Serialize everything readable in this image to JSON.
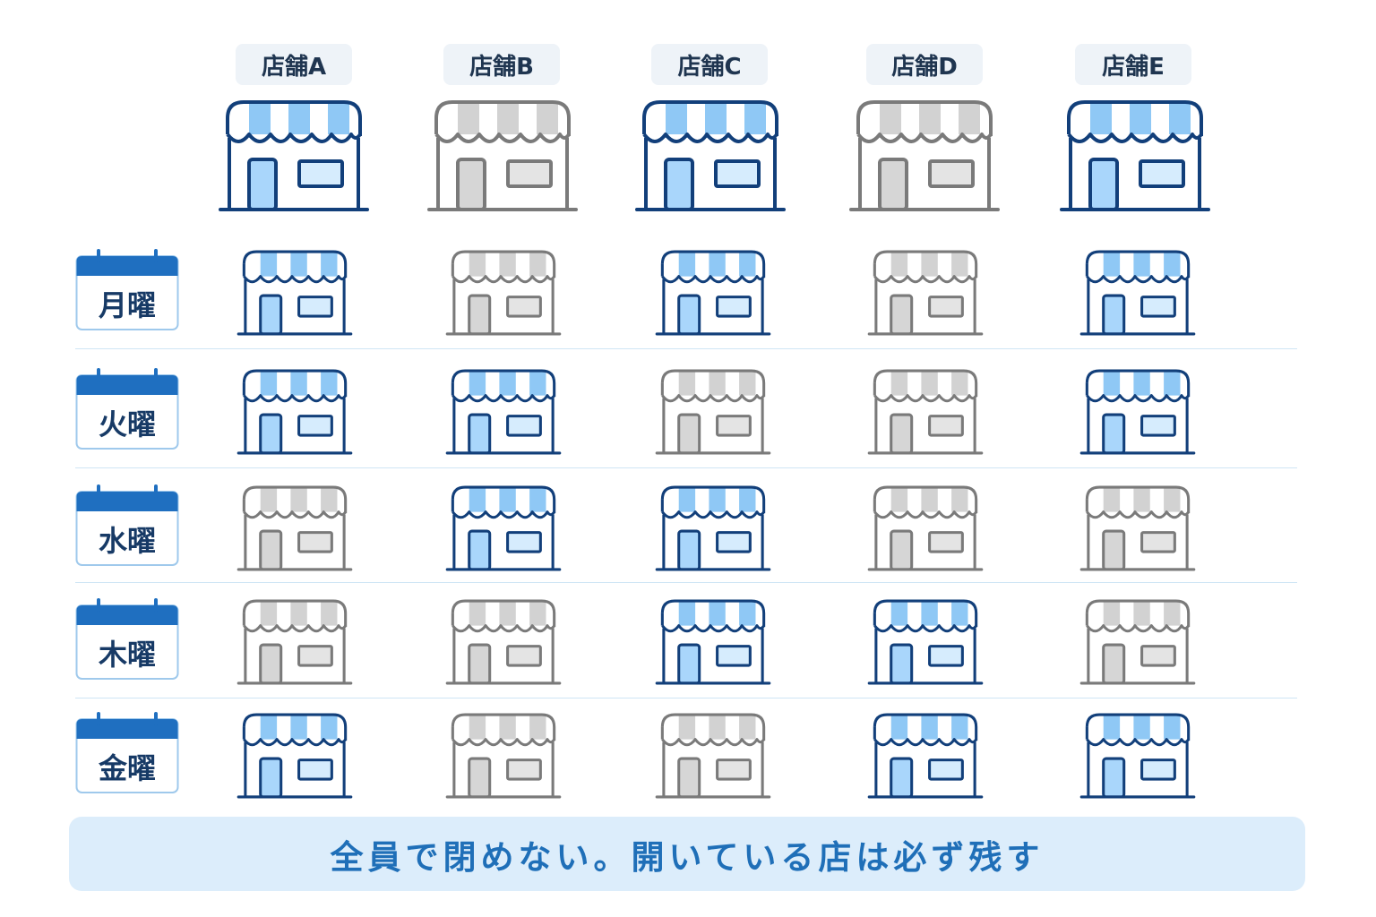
{
  "stores": [
    {
      "label": "店舗A"
    },
    {
      "label": "店舗B"
    },
    {
      "label": "店舗C"
    },
    {
      "label": "店舗D"
    },
    {
      "label": "店舗E"
    }
  ],
  "days": [
    {
      "label": "月曜",
      "open": [
        true,
        false,
        true,
        false,
        true
      ]
    },
    {
      "label": "火曜",
      "open": [
        true,
        true,
        false,
        false,
        true
      ]
    },
    {
      "label": "水曜",
      "open": [
        false,
        true,
        true,
        false,
        false
      ]
    },
    {
      "label": "木曜",
      "open": [
        false,
        false,
        true,
        true,
        false
      ]
    },
    {
      "label": "金曜",
      "open": [
        true,
        false,
        false,
        true,
        true
      ]
    }
  ],
  "header_open": [
    true,
    false,
    true,
    false,
    true
  ],
  "banner": {
    "text": "全員で閉めない。開いている店は必ず残す"
  },
  "icons": {
    "store": "store-icon",
    "calendar": "calendar-icon"
  },
  "colors": {
    "open_stroke": "#123f7a",
    "open_awning": "#8fc8f5",
    "open_door": "#a9d6fb",
    "open_window": "#d6ecfd",
    "closed_stroke": "#7a7a7a",
    "closed_awning": "#d2d2d2",
    "closed_door": "#d6d6d6",
    "closed_window": "#e4e4e4",
    "calendar_header": "#1f6fc0",
    "banner_bg": "#dcedfb",
    "banner_text": "#1f6fb8"
  }
}
